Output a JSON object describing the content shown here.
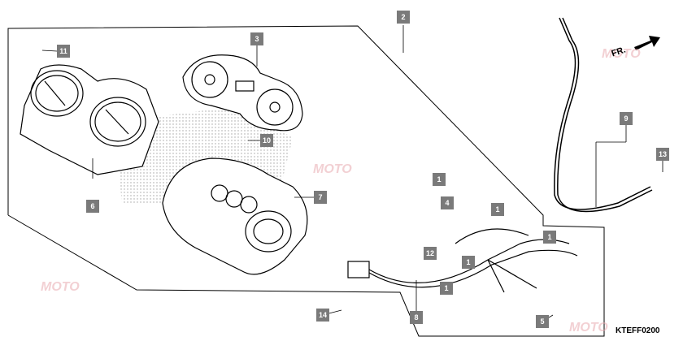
{
  "diagram_code": "KTEFF0200",
  "direction_label": "FR.",
  "watermark": "MOTO",
  "parts": [
    {
      "ref": "1"
    },
    {
      "ref": "1"
    },
    {
      "ref": "1"
    },
    {
      "ref": "1"
    },
    {
      "ref": "1"
    },
    {
      "ref": "2"
    },
    {
      "ref": "3"
    },
    {
      "ref": "4"
    },
    {
      "ref": "5"
    },
    {
      "ref": "6"
    },
    {
      "ref": "7"
    },
    {
      "ref": "8"
    },
    {
      "ref": "9"
    },
    {
      "ref": "10"
    },
    {
      "ref": "11"
    },
    {
      "ref": "12"
    },
    {
      "ref": "13"
    },
    {
      "ref": "14"
    }
  ]
}
